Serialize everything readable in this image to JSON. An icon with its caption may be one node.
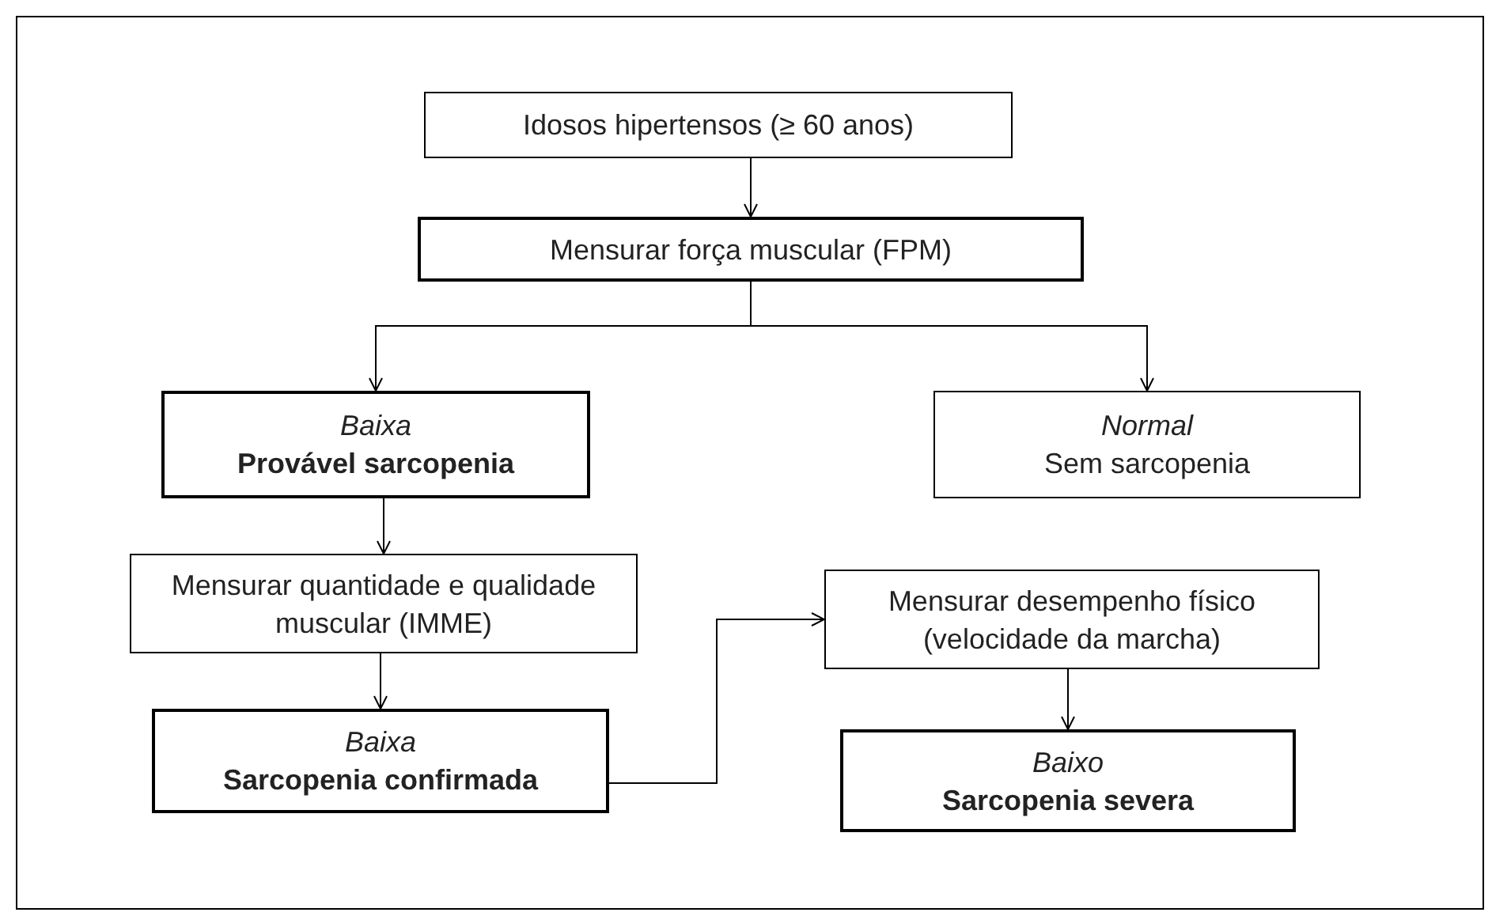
{
  "diagram": {
    "nodes": [
      {
        "text": [
          "Idosos hipertensos (≥ 60 anos)"
        ]
      },
      {
        "text": [
          "Mensurar força muscular (FPM)"
        ]
      },
      {
        "text": [
          "Baixa",
          "Provável sarcopenia"
        ]
      },
      {
        "text": [
          "Normal",
          "Sem sarcopenia"
        ]
      },
      {
        "text": [
          "Mensurar quantidade e qualidade muscular (IMME)"
        ]
      },
      {
        "text": [
          "Baixa",
          "Sarcopenia confirmada"
        ]
      },
      {
        "text": [
          "Mensurar desempenho físico (velocidade da marcha)"
        ]
      },
      {
        "text": [
          "Baixo",
          "Sarcopenia severa"
        ]
      }
    ],
    "edges": [
      {
        "from": 0,
        "to": 1,
        "arrow": "to"
      },
      {
        "from": 1,
        "to": 2,
        "arrow": "to"
      },
      {
        "from": 1,
        "to": 3,
        "arrow": "to"
      },
      {
        "from": 2,
        "to": 4,
        "arrow": "to"
      },
      {
        "from": 4,
        "to": 5,
        "arrow": "to"
      },
      {
        "from": 5,
        "to": 6,
        "arrow": "to"
      },
      {
        "from": 6,
        "to": 7,
        "arrow": "to"
      }
    ]
  }
}
